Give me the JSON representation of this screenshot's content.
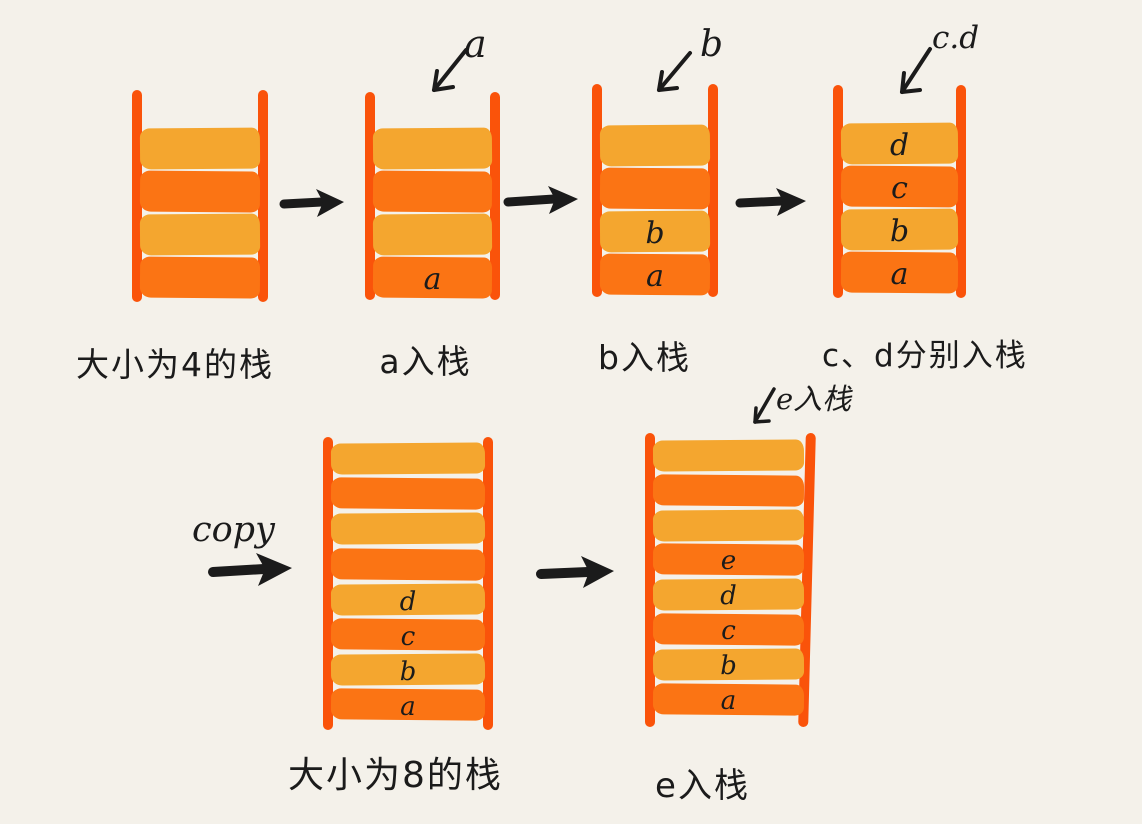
{
  "colors": {
    "background": "#F4F1EA",
    "bar_light": "#F4A62F",
    "bar_dark": "#FB7414",
    "wall": "#FA530A",
    "ink": "#1B1B1B"
  },
  "icons": {
    "flow_arrow": "arrow-right",
    "push_arrow": "arrow-down-left"
  },
  "copy_arrow": {
    "label": "copy"
  },
  "stacks": [
    {
      "name": "stack-of-size-4",
      "caption": "大小为4的栈",
      "push_label": "",
      "slots": [
        {
          "color": "light",
          "label": ""
        },
        {
          "color": "dark",
          "label": ""
        },
        {
          "color": "light",
          "label": ""
        },
        {
          "color": "dark",
          "label": ""
        }
      ]
    },
    {
      "name": "push-a",
      "caption": "a入栈",
      "push_label": "a",
      "slots": [
        {
          "color": "light",
          "label": ""
        },
        {
          "color": "dark",
          "label": ""
        },
        {
          "color": "light",
          "label": ""
        },
        {
          "color": "dark",
          "label": "a"
        }
      ]
    },
    {
      "name": "push-b",
      "caption": "b入栈",
      "push_label": "b",
      "slots": [
        {
          "color": "light",
          "label": ""
        },
        {
          "color": "dark",
          "label": ""
        },
        {
          "color": "light",
          "label": "b"
        },
        {
          "color": "dark",
          "label": "a"
        }
      ]
    },
    {
      "name": "push-c-d",
      "caption": "c、d分别入栈",
      "push_label": "c.d",
      "slots": [
        {
          "color": "light",
          "label": "d"
        },
        {
          "color": "dark",
          "label": "c"
        },
        {
          "color": "light",
          "label": "b"
        },
        {
          "color": "dark",
          "label": "a"
        }
      ]
    },
    {
      "name": "stack-of-size-8",
      "caption": "大小为8的栈",
      "push_label": "",
      "slots": [
        {
          "color": "light",
          "label": ""
        },
        {
          "color": "dark",
          "label": ""
        },
        {
          "color": "light",
          "label": ""
        },
        {
          "color": "dark",
          "label": ""
        },
        {
          "color": "light",
          "label": "d"
        },
        {
          "color": "dark",
          "label": "c"
        },
        {
          "color": "light",
          "label": "b"
        },
        {
          "color": "dark",
          "label": "a"
        }
      ]
    },
    {
      "name": "push-e",
      "caption": "e入栈",
      "push_label": "e入栈",
      "slots": [
        {
          "color": "light",
          "label": ""
        },
        {
          "color": "dark",
          "label": ""
        },
        {
          "color": "light",
          "label": ""
        },
        {
          "color": "dark",
          "label": "e"
        },
        {
          "color": "light",
          "label": "d"
        },
        {
          "color": "dark",
          "label": "c"
        },
        {
          "color": "light",
          "label": "b"
        },
        {
          "color": "dark",
          "label": "a"
        }
      ]
    }
  ]
}
